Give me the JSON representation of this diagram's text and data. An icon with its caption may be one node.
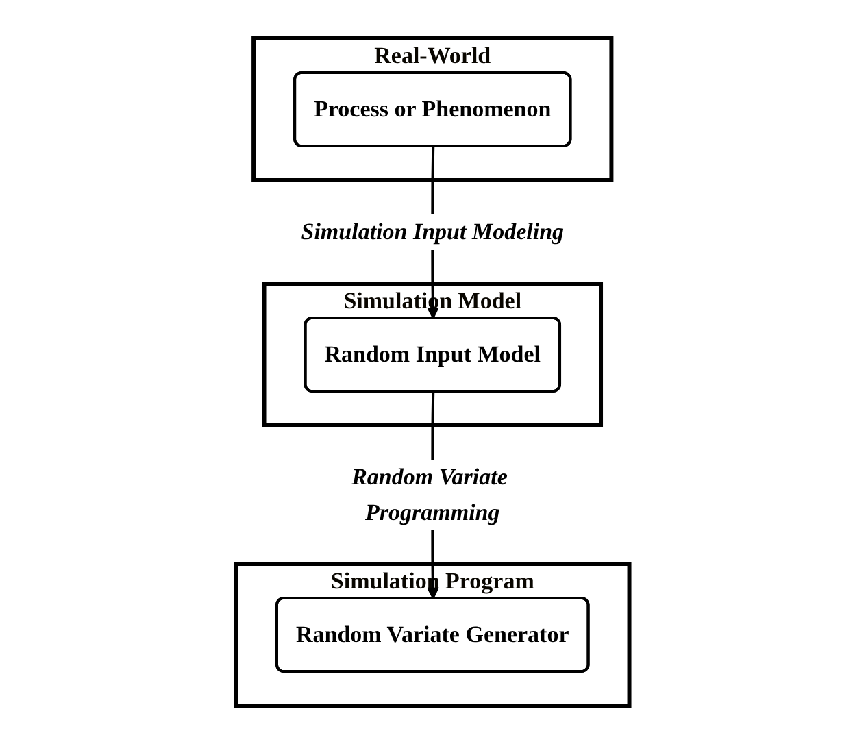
{
  "diagram": {
    "nodes": [
      {
        "text": [
          "Real-World"
        ]
      },
      {
        "text": [
          "Process or Phenomenon"
        ],
        "in": 0
      },
      {
        "text": [
          "Simulation Model"
        ]
      },
      {
        "text": [
          "Random Input Model"
        ],
        "in": 2
      },
      {
        "text": [
          "Simulation Program"
        ]
      },
      {
        "text": [
          "Random Variate Generator"
        ],
        "in": 4
      }
    ],
    "edges": [
      {
        "from": 1,
        "to": 3,
        "arrow": "to",
        "label": "Simulation Input Modeling"
      },
      {
        "from": 3,
        "to": 5,
        "arrow": "to",
        "label": "Random Variate Programming"
      }
    ]
  }
}
